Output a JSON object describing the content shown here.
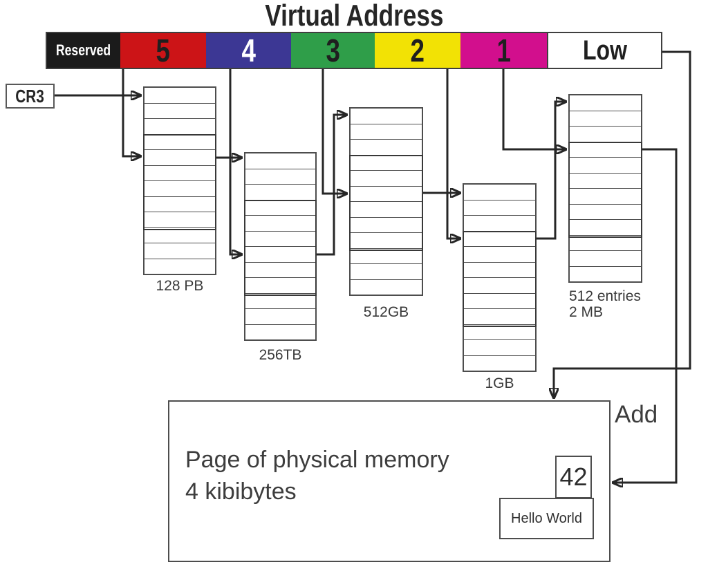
{
  "title": "Virtual Address",
  "address_bar": {
    "segments": [
      {
        "id": "reserved",
        "label": "Reserved",
        "bg": "#1b1b1b",
        "fg": "#ffffff"
      },
      {
        "id": "5",
        "label": "5",
        "bg": "#cc1417",
        "fg": "#1f1f1f"
      },
      {
        "id": "4",
        "label": "4",
        "bg": "#3c3794",
        "fg": "#ffffff"
      },
      {
        "id": "3",
        "label": "3",
        "bg": "#2f9e49",
        "fg": "#1f1f1f"
      },
      {
        "id": "2",
        "label": "2",
        "bg": "#f2e205",
        "fg": "#1f1f1f"
      },
      {
        "id": "1",
        "label": "1",
        "bg": "#d20f8d",
        "fg": "#1f1f1f"
      },
      {
        "id": "low",
        "label": "Low",
        "bg": "#ffffff",
        "fg": "#1f1f1f"
      }
    ]
  },
  "cr3": {
    "label": "CR3"
  },
  "page_tables": [
    {
      "id": "level5",
      "label": "128 PB",
      "entries": 12,
      "selected_entry": 4
    },
    {
      "id": "level4",
      "label": "256TB",
      "entries": 12,
      "selected_entry": 6
    },
    {
      "id": "level3",
      "label": "512GB",
      "entries": 12,
      "selected_entry": 5
    },
    {
      "id": "level2",
      "label": "1GB",
      "entries": 12,
      "selected_entry": 3
    },
    {
      "id": "level1",
      "label_line1": "512 entries",
      "label_line2": "2 MB",
      "entries": 12,
      "selected_entry": 3
    }
  ],
  "physical_page": {
    "line1": "Page of physical memory",
    "line2": "4 kibibytes",
    "offset_cell": "42",
    "content": "Hello World"
  },
  "add_label": "Add",
  "connections": [
    {
      "from": "cr3",
      "to": "level5-entry-0"
    },
    {
      "from": "segment-5",
      "to": "level5-entry-4"
    },
    {
      "from": "level5-entry-4",
      "to": "level4-entry-0"
    },
    {
      "from": "segment-4",
      "to": "level4-entry-6"
    },
    {
      "from": "level4-entry-6",
      "to": "level3-entry-0"
    },
    {
      "from": "segment-3",
      "to": "level3-entry-5"
    },
    {
      "from": "level3-entry-5",
      "to": "level2-entry-0"
    },
    {
      "from": "segment-2",
      "to": "level2-entry-3"
    },
    {
      "from": "level2-entry-3",
      "to": "level1-entry-0"
    },
    {
      "from": "segment-1",
      "to": "level1-entry-3"
    },
    {
      "from": "level1-entry-3",
      "to": "physical-page"
    },
    {
      "from": "segment-low",
      "to": "physical-page-add"
    }
  ],
  "palette": {
    "arrow": "#262626",
    "box_border": "#4d4d4d",
    "label_text": "#3a3a3a"
  }
}
